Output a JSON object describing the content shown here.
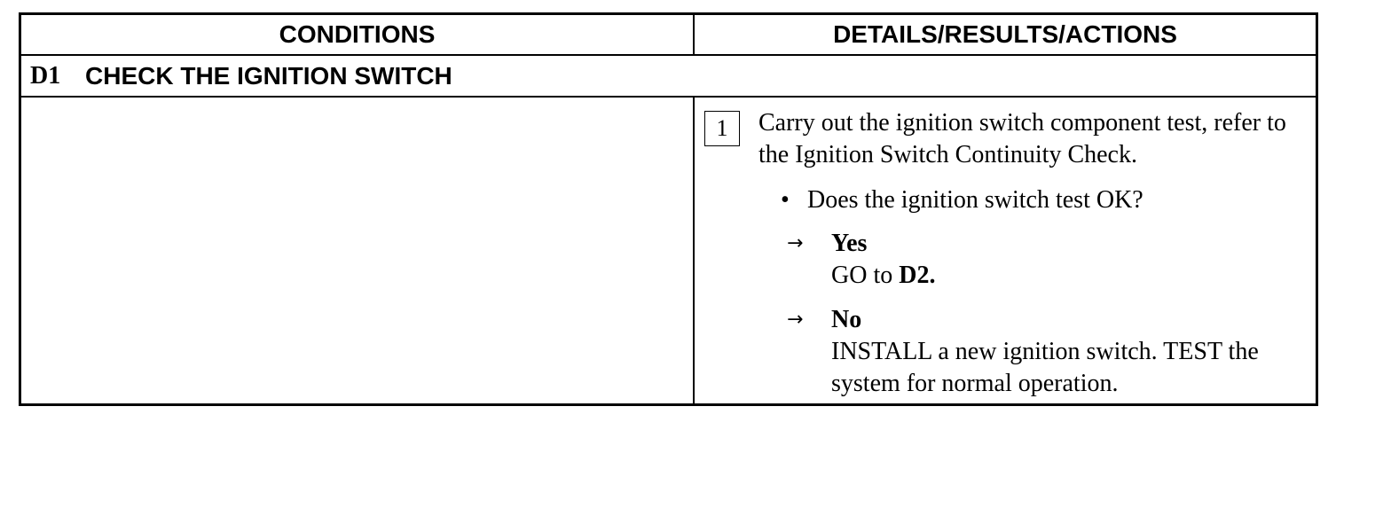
{
  "header": {
    "conditions": "CONDITIONS",
    "details": "DETAILS/RESULTS/ACTIONS"
  },
  "step": {
    "id": "D1",
    "title": "CHECK THE IGNITION SWITCH"
  },
  "action": {
    "number": "1",
    "instruction": "Carry out the ignition switch component test, refer to the Ignition Switch Continuity Check.",
    "question": "Does the ignition switch test OK?",
    "bullet": "•",
    "arrow": "→",
    "yes": {
      "label": "Yes",
      "text_prefix": "GO to ",
      "target": "D2."
    },
    "no": {
      "label": "No",
      "text": "INSTALL a new ignition switch. TEST the system for normal operation."
    }
  }
}
